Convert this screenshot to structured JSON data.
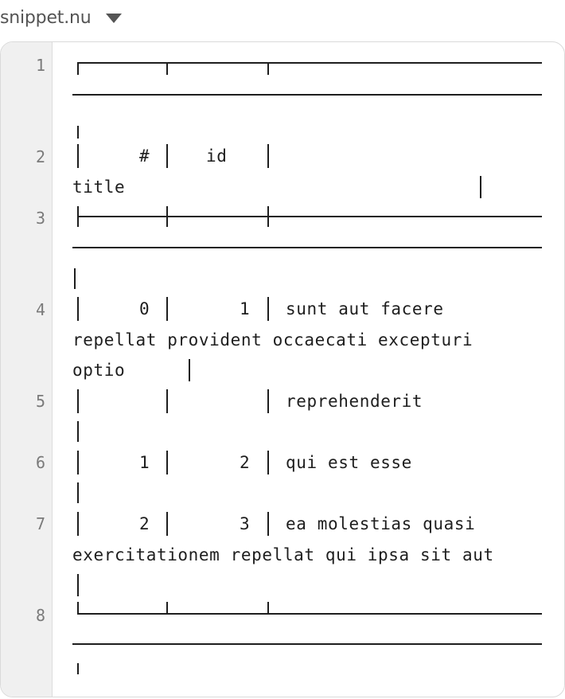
{
  "header": {
    "filename": "snippet.nu",
    "dropdown_icon": "caret-down-icon"
  },
  "gutter": {
    "line_numbers": [
      "1",
      "2",
      "3",
      "4",
      "5",
      "6",
      "7",
      "8"
    ]
  },
  "table": {
    "headers": {
      "index": "#",
      "id": "id",
      "title": "title"
    },
    "rows": [
      {
        "index": "0",
        "id": "1",
        "title_lines": [
          "sunt aut facere",
          "repellat provident occaecati excepturi",
          "optio",
          "reprehenderit"
        ]
      },
      {
        "index": "1",
        "id": "2",
        "title_lines": [
          "qui est esse"
        ]
      },
      {
        "index": "2",
        "id": "3",
        "title_lines": [
          "ea molestias quasi",
          "exercitationem repellat qui ipsa sit aut"
        ]
      }
    ]
  }
}
